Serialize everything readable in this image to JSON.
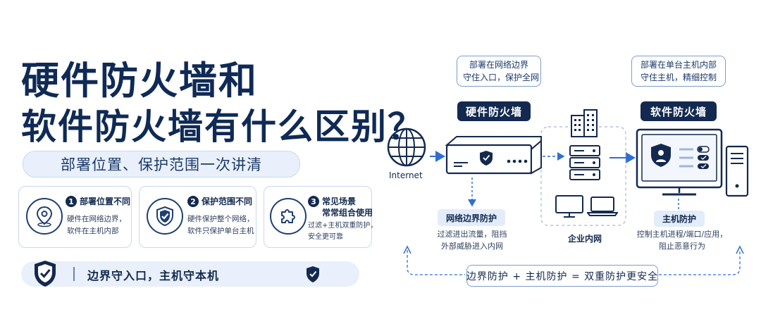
{
  "left": {
    "title_line1": "硬件防火墙和",
    "title_line2": "软件防火墙有什么区别？",
    "subtitle": "部署位置、保护范围一次讲清",
    "cards": [
      {
        "num": "1",
        "head": "部署位置不同",
        "lines": [
          "硬件在网络边界，",
          "软件在主机内部"
        ],
        "icon": "location-pin-icon"
      },
      {
        "num": "2",
        "head": "保护范围不同",
        "lines": [
          "硬件保护整个网络，",
          "软件只保护单台主机"
        ],
        "icon": "shield-check-icon"
      },
      {
        "num": "3",
        "head": "常见场景",
        "head2": "常常组合使用",
        "lines": [
          "过滤+主机双重防护，",
          "安全更可靠"
        ],
        "icon": "puzzle-icon"
      }
    ],
    "bottom_text": "边界守入口，主机守本机"
  },
  "diagram": {
    "internet_label": "Internet",
    "hw_bubble_line1": "部署在网络边界",
    "hw_bubble_line2": "守住入口，保护全网",
    "hw_title": "硬件防火墙",
    "sw_bubble_line1": "部署在单台主机内部",
    "sw_bubble_line2": "守住主机，精细控制",
    "sw_title": "软件防火墙",
    "edge_label": "网络边界防护",
    "edge_note_line1": "过滤进出流量，阻挡",
    "edge_note_line2": "外部威胁进入内网",
    "intranet_label": "企业内网",
    "host_label": "主机防护",
    "host_note_line1": "控制主机进程/端口/应用，",
    "host_note_line2": "阻止恶意行为",
    "summary": "边界防护 + 主机防护 = 双重防护更安全"
  },
  "colors": {
    "navy": "#13294f",
    "accent": "#2f6fd1",
    "light": "#e9f0fb"
  }
}
